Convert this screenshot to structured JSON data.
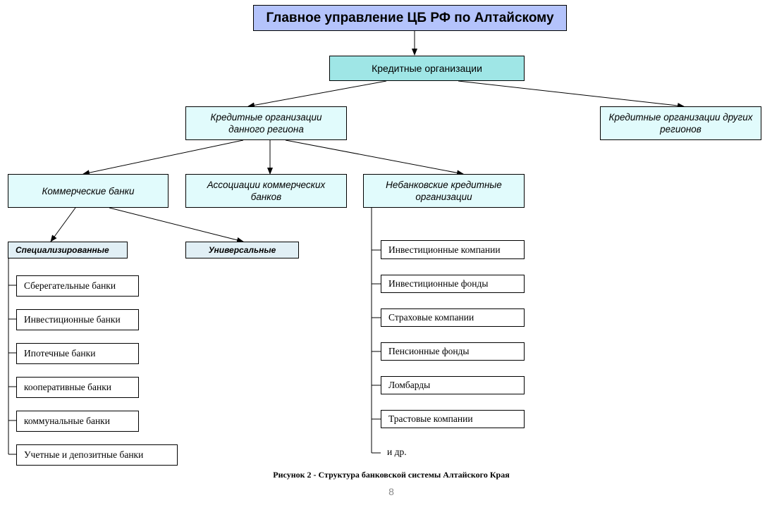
{
  "diagram": {
    "root": "Главное управление ЦБ РФ по Алтайскому",
    "credit_orgs": "Кредитные организации",
    "region_orgs": "Кредитные организации данного региона",
    "other_region_orgs": "Кредитные организации других регионов",
    "commercial_banks": "Коммерческие банки",
    "bank_associations": "Ассоциации коммерческих банков",
    "nonbank_orgs": "Небанковские кредитные организации",
    "specialized": "Специализированные",
    "universal": "Универсальные",
    "specialized_items": [
      "Сберегательные банки",
      "Инвестиционные банки",
      "Ипотечные банки",
      "кооперативные банки",
      "коммунальные банки",
      "Учетные и депозитные банки"
    ],
    "nonbank_items": [
      "Инвестиционные компании",
      "Инвестиционные фонды",
      "Страховые компании",
      "Пенсионные фонды",
      "Ломбарды",
      "Трастовые компании"
    ],
    "nonbank_etc": "и др."
  },
  "colors": {
    "root_fill": "#b4c3fb",
    "credit_fill": "#9fe6e6",
    "level2_fill": "#e1fbfc",
    "level4_fill": "#e1eff5"
  },
  "caption": "Рисунок 2 - Структура банковской системы Алтайского Края",
  "page_number": "8"
}
